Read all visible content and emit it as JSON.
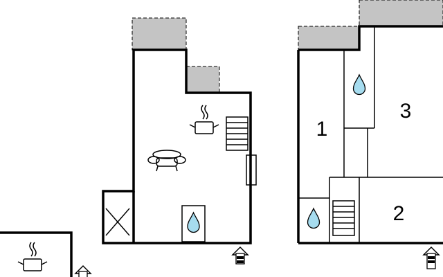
{
  "plan": {
    "rooms": [
      {
        "id": "bedroom-1",
        "number": "1"
      },
      {
        "id": "bedroom-3",
        "number": "3"
      },
      {
        "id": "bedroom-2",
        "number": "2"
      }
    ],
    "colors": {
      "terrace_fill": "#c4c4c4",
      "wall": "#000000",
      "background": "#ffffff"
    },
    "icons": [
      "kitchen-icon",
      "sofa-icon",
      "stairs-icon",
      "bathroom-icon",
      "entrance-icon",
      "fireplace-icon",
      "door-icon"
    ]
  }
}
